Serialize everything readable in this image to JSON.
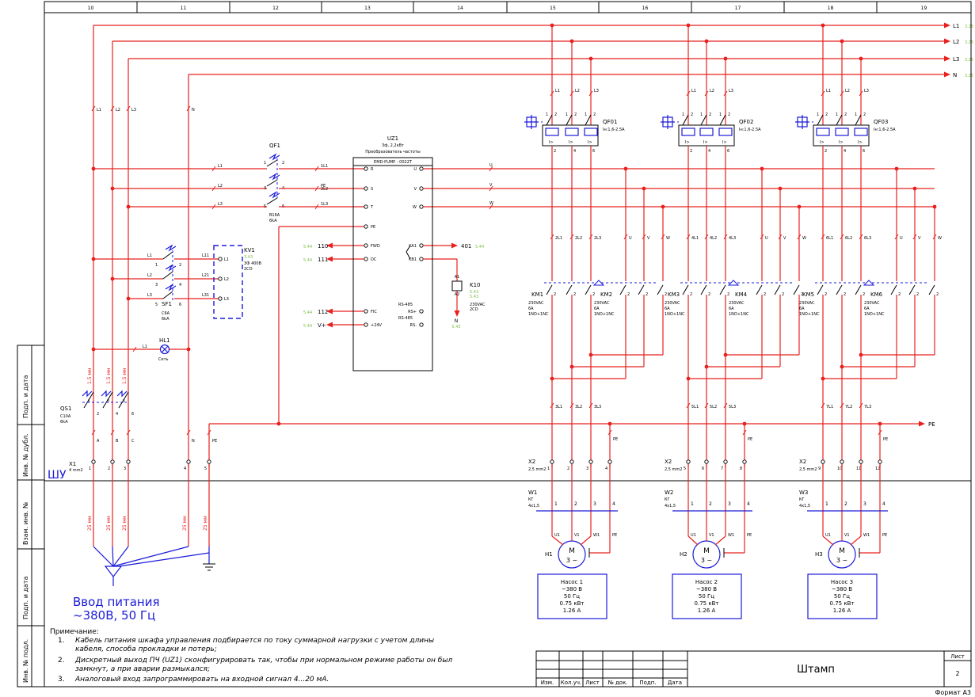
{
  "frame": {
    "columns": [
      "10",
      "11",
      "12",
      "13",
      "14",
      "15",
      "16",
      "17",
      "18",
      "19"
    ],
    "side_labels": [
      "Подп. и дата",
      "Инв. № дубл.",
      "Взам. инв. №",
      "Подп. и дата",
      "Инв. № подл."
    ],
    "format": "Формат А3"
  },
  "buses": [
    {
      "label": "L1",
      "ref": "3.25"
    },
    {
      "label": "L2",
      "ref": "3.25"
    },
    {
      "label": "L3",
      "ref": "3.25"
    },
    {
      "label": "N",
      "ref": "3.25"
    }
  ],
  "pe_bus": "PE",
  "feed_wires": [
    "L1",
    "L2",
    "L3",
    "N"
  ],
  "qf1": {
    "tag": "QF1",
    "rating": "B16A",
    "breaking": "6kA",
    "pins": [
      "1",
      "2",
      "3",
      "4",
      "5",
      "6"
    ],
    "in": [
      "L1",
      "L2",
      "L3"
    ],
    "out": [
      "1L1",
      "PE",
      "1L3"
    ],
    "out2": "2L2"
  },
  "uz1": {
    "tag": "UZ1",
    "line1": "3ф, 2,2кВт",
    "line2": "Преобразователь частоты",
    "model": "EMD-PUMP - 0022T",
    "left_terms": [
      "R",
      "S",
      "T",
      "PE"
    ],
    "right_terms": [
      "U",
      "V",
      "W"
    ],
    "io_left": [
      {
        "label": "FWD",
        "wire": "110",
        "ref": "5.44"
      },
      {
        "label": "DC",
        "wire": "111",
        "ref": "5.44"
      },
      {
        "label": "FIC",
        "wire": "112",
        "ref": "5.44"
      },
      {
        "label": "+24V",
        "wire": "V+",
        "ref": "5.44"
      }
    ],
    "io_right": [
      {
        "label": "KA1",
        "wire": "401",
        "ref": "5.44"
      },
      {
        "label": "KB1"
      },
      {
        "label": "RS+"
      },
      {
        "label": "RS-"
      }
    ],
    "rs_small": [
      "RS-485",
      "RS-485"
    ],
    "out_wires": [
      "U",
      "V",
      "W"
    ]
  },
  "k10": {
    "tag": "K10",
    "coil": [
      "A1",
      "A2"
    ],
    "spec1": "230VAC",
    "spec2": "2CO",
    "refs": [
      "5.43",
      "5.43"
    ],
    "n": "N",
    "n_ref": "5.43"
  },
  "kv1": {
    "tag": "KV1",
    "ref": "3.43",
    "spec1": "3Ф 400В",
    "spec2": "2CO",
    "terms": [
      "L1",
      "L2",
      "L3"
    ],
    "wires_in": [
      "L1",
      "L2",
      "L3"
    ],
    "wires_out": [
      "L11",
      "L21",
      "L31"
    ]
  },
  "sf1": {
    "tag": "SF1",
    "rating": "C6A",
    "breaking": "6kA",
    "pins": [
      "1",
      "2",
      "3",
      "4",
      "5",
      "6"
    ]
  },
  "hl1": {
    "tag": "HL1",
    "label": "Сеть",
    "wire": "L1"
  },
  "qs1": {
    "tag": "QS1",
    "rating": "C10A",
    "breaking": "6kA",
    "pins": [
      "1",
      "2",
      "3",
      "4",
      "5",
      "6"
    ]
  },
  "x1": {
    "tag": "X1",
    "section": "4 mm2",
    "wires": [
      "A",
      "B",
      "C",
      "N",
      "PE"
    ],
    "pins": [
      "1",
      "2",
      "3",
      "4",
      "5"
    ]
  },
  "shu": "ШУ",
  "cable_in": "25 мм",
  "cable_up": "1.5 мм",
  "feed_title1": "Ввод питания",
  "feed_title2": "~380В, 50 Гц",
  "pumps": [
    {
      "qf": "QF1",
      "qf_tag": "QF01",
      "qf_rating": "Iн:1,6-2,5A",
      "km_a": "KM1",
      "km_b": "KM2",
      "wires_mid": [
        "2L1",
        "2L2",
        "2L3"
      ],
      "wires_low": [
        "3L1",
        "3L2",
        "3L3"
      ],
      "x2_pins": [
        "1",
        "2",
        "3",
        "4"
      ],
      "w": "W1",
      "motor": "H1",
      "name": "Насос 1"
    },
    {
      "qf": "QF2",
      "qf_tag": "QF02",
      "qf_rating": "Iн:1,6-2,5A",
      "km_a": "KM3",
      "km_b": "KM4",
      "wires_mid": [
        "4L1",
        "4L2",
        "4L3"
      ],
      "wires_low": [
        "5L1",
        "5L2",
        "5L3"
      ],
      "x2_pins": [
        "5",
        "6",
        "7",
        "8"
      ],
      "w": "W2",
      "motor": "H2",
      "name": "Насос 2"
    },
    {
      "qf": "QF3",
      "qf_tag": "QF03",
      "qf_rating": "Iн:1,6-2,5A",
      "km_a": "KM5",
      "km_b": "KM6",
      "wires_mid": [
        "6L1",
        "6L2",
        "6L3"
      ],
      "wires_low": [
        "7L1",
        "7L2",
        "7L3"
      ],
      "x2_pins": [
        "9",
        "10",
        "11",
        "12"
      ],
      "w": "W3",
      "motor": "H3",
      "name": "Насос 3"
    }
  ],
  "pump_common": {
    "top_wires": [
      "L1",
      "L2",
      "L3"
    ],
    "uvw": [
      "U",
      "V",
      "W"
    ],
    "pe": "PE",
    "km_spec_a": [
      "230VAC",
      "6A",
      "1NO+1NC"
    ],
    "km_spec_b": [
      "230VAC",
      "6A",
      "1NO+1NC"
    ],
    "x2_tag": "X2",
    "x2_section": "2,5 mm2",
    "w_type": "КГ",
    "w_section": "4х1,5",
    "cores": [
      "1",
      "2",
      "3",
      "4"
    ],
    "ends": [
      "U1",
      "V1",
      "W1",
      "PE"
    ],
    "motor_symbol": "M",
    "motor_phase": "3 ~",
    "spec": [
      "~380 В",
      "50 Гц",
      "0.75 кВт",
      "1.26 А"
    ]
  },
  "notes": {
    "title": "Примечание:",
    "items": [
      {
        "n": "1.",
        "l1": "Кабель питания шкафа управления подбирается по току суммарной нагрузки с учетом длины",
        "l2": "кабеля, способа прокладки и потерь;"
      },
      {
        "n": "2.",
        "l1": "Дискретный выход ПЧ (UZ1) сконфигурировать так, чтобы при нормальном режиме работы он был",
        "l2": "замкнут, а при аварии размыкался;"
      },
      {
        "n": "3.",
        "l1": "Аналоговый вход запрограммировать на входной сигнал 4...20 мА.",
        "l2": ""
      }
    ]
  },
  "stamp": {
    "title": "Штамп",
    "sheet_label": "Лист",
    "sheet_no": "2",
    "cols": [
      "Изм.",
      "Кол.уч.",
      "Лист",
      "№ док.",
      "Подп.",
      "Дата"
    ]
  }
}
